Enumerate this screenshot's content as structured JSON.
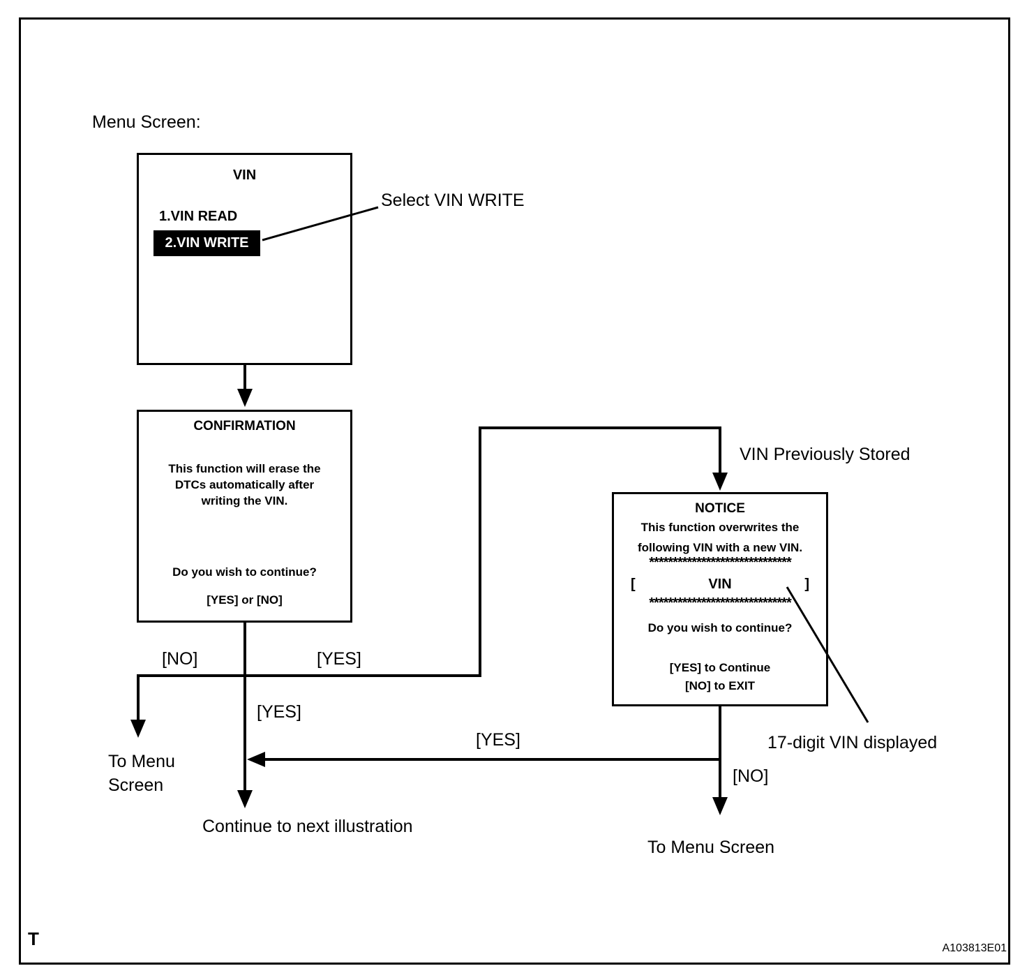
{
  "page": {
    "heading": "Menu Screen:",
    "corner_mark": "T",
    "figure_code": "A103813E01"
  },
  "menu_screen_box": {
    "title": "VIN",
    "items": [
      {
        "label": "1.VIN READ",
        "highlighted": false
      },
      {
        "label": "2.VIN WRITE",
        "highlighted": true
      }
    ]
  },
  "callouts": {
    "select_vin_write": "Select VIN WRITE",
    "vin_previously_stored": "VIN Previously Stored",
    "vin_17_digit": "17-digit VIN displayed"
  },
  "confirmation_box": {
    "title": "CONFIRMATION",
    "body_lines": [
      "This function will erase the",
      "DTCs automatically after",
      "writing the VIN."
    ],
    "question": "Do you wish to continue?",
    "options": "[YES] or [NO]"
  },
  "notice_box": {
    "title": "NOTICE",
    "body_lines": [
      "This function overwrites the",
      "following VIN with a new VIN."
    ],
    "separator": "******************************",
    "vin_field": {
      "open": "[",
      "label": "VIN",
      "close": "]"
    },
    "question": "Do you wish to continue?",
    "yes_instruction": "[YES] to Continue",
    "no_instruction": "[NO] to EXIT"
  },
  "branch_labels": {
    "confirmation_no": "[NO]",
    "confirmation_yes_right": "[YES]",
    "confirmation_yes_down": "[YES]",
    "notice_yes": "[YES]",
    "notice_no": "[NO]"
  },
  "destinations": {
    "to_menu_left_line1": "To Menu",
    "to_menu_left_line2": "Screen",
    "continue_next": "Continue to next illustration",
    "to_menu_right": "To Menu Screen"
  }
}
